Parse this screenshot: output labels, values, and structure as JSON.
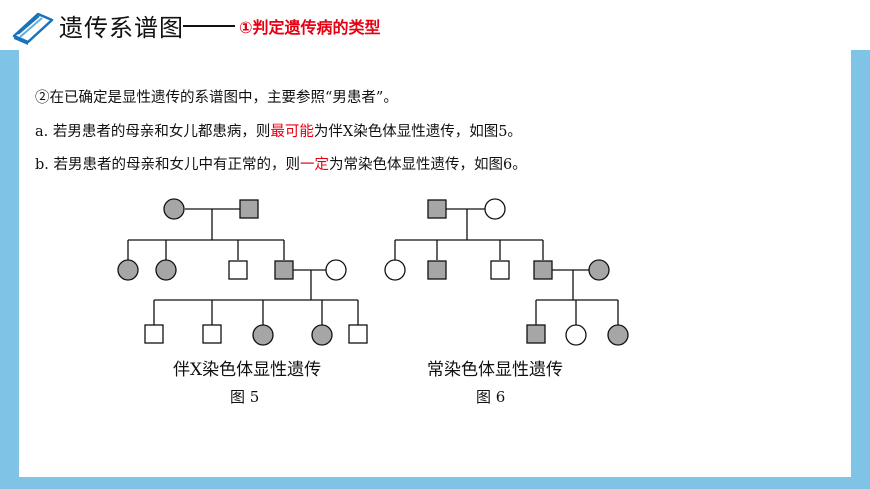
{
  "header": {
    "title": "遗传系谱图",
    "subtitle": "①判定遗传病的类型",
    "icon": "book-icon"
  },
  "content": {
    "line1": "②在已确定是显性遗传的系谱图中，主要参照“男患者”。",
    "line2": {
      "pre": "a. 若男患者的母亲和女儿都患病，则",
      "highlight": "最可能",
      "post": "为伴X染色体显性遗传，如图5。"
    },
    "line3": {
      "pre": "b. 若男患者的母亲和女儿中有正常的，则",
      "highlight": "一定",
      "post": "为常染色体显性遗传，如图6。"
    }
  },
  "figures": [
    {
      "caption": "伴X染色体显性遗传",
      "label": "图 5"
    },
    {
      "caption": "常染色体显性遗传",
      "label": "图 6"
    }
  ],
  "colors": {
    "background": "#7fc4e6",
    "highlight": "#e60012",
    "affected_fill": "#a6a6a6"
  }
}
